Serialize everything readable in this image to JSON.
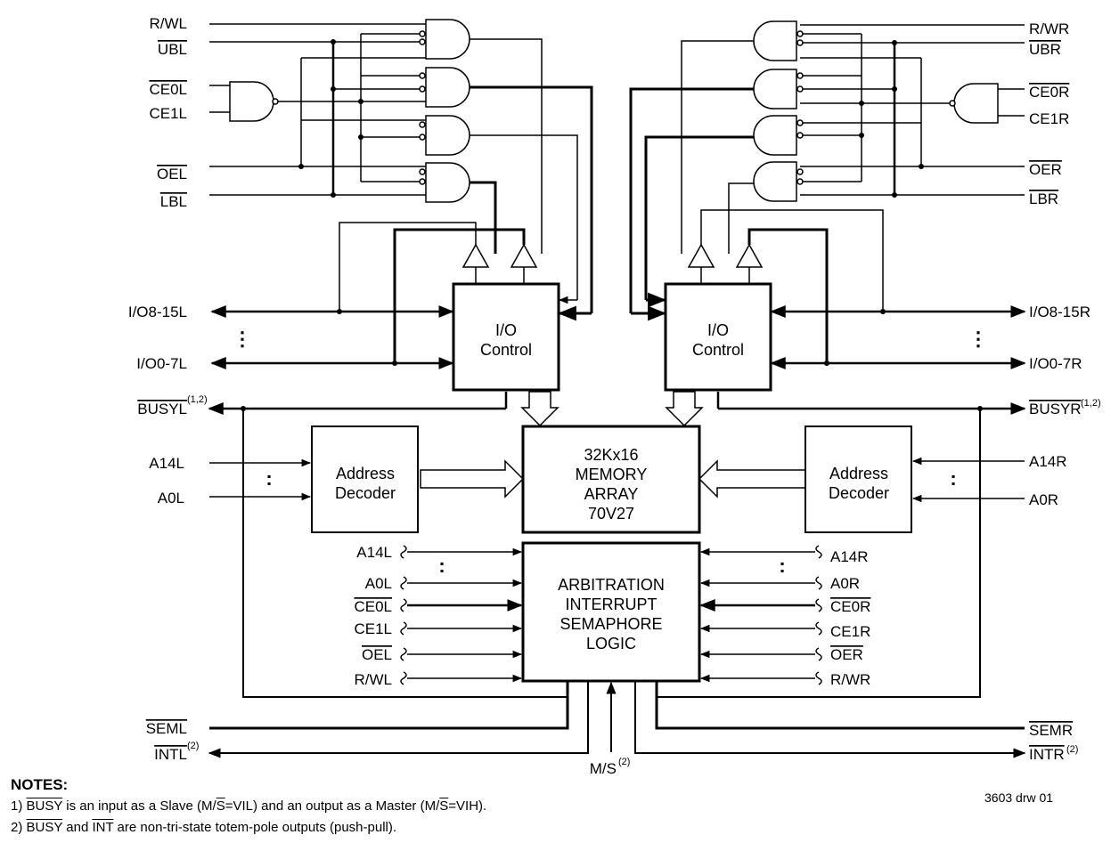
{
  "left_signals": {
    "rw": "R/WL",
    "ub": "UBL",
    "ce0": "CE0L",
    "ce1": "CE1L",
    "oe": "OEL",
    "lb": "LBL",
    "io_hi": "I/O8-15L",
    "io_lo": "I/O0-7L",
    "busy": "BUSYL",
    "busy_sup": "(1,2)",
    "a14": "A14L",
    "a0": "A0L",
    "sem": "SEML",
    "int": "INTL",
    "int_sup": "(2)"
  },
  "right_signals": {
    "rw": "R/WR",
    "ub": "UBR",
    "ce0": "CE0R",
    "ce1": "CE1R",
    "oe": "OER",
    "lb": "LBR",
    "io_hi": "I/O8-15R",
    "io_lo": "I/O0-7R",
    "busy": "BUSYR",
    "busy_sup": "(1,2)",
    "a14": "A14R",
    "a0": "A0R",
    "sem": "SEMR",
    "int": "INTR",
    "int_sup": "(2)"
  },
  "arb_left_inputs": [
    "A14L",
    "A0L",
    "CE0L",
    "CE1L",
    "OEL",
    "R/WL"
  ],
  "arb_right_inputs": [
    "A14R",
    "A0R",
    "CE0R",
    "CE1R",
    "OER",
    "R/WR"
  ],
  "blocks": {
    "io_control": [
      "I/O",
      "Control"
    ],
    "address_decoder": [
      "Address",
      "Decoder"
    ],
    "memory": [
      "32Kx16",
      "MEMORY",
      "ARRAY",
      "70V27"
    ],
    "arbitration": [
      "ARBITRATION",
      "INTERRUPT",
      "SEMAPHORE",
      "LOGIC"
    ]
  },
  "ms_label": "M/S",
  "ms_sup": "(2)",
  "notes": {
    "heading": "NOTES:",
    "n1_pre": "1) ",
    "n1_busy": "BUSY",
    "n1_a": " is an input as a Slave (M/",
    "n1_s": "S",
    "n1_b": "=VIL) and an output as a Master (M/",
    "n1_s2": "S",
    "n1_c": "=VIH).",
    "n2_pre": "2) ",
    "n2_busy": "BUSY",
    "n2_and": " and ",
    "n2_int": "INT",
    "n2_rest": " are non-tri-state totem-pole outputs (push-pull)."
  },
  "drawing_id": "3603 drw 01"
}
